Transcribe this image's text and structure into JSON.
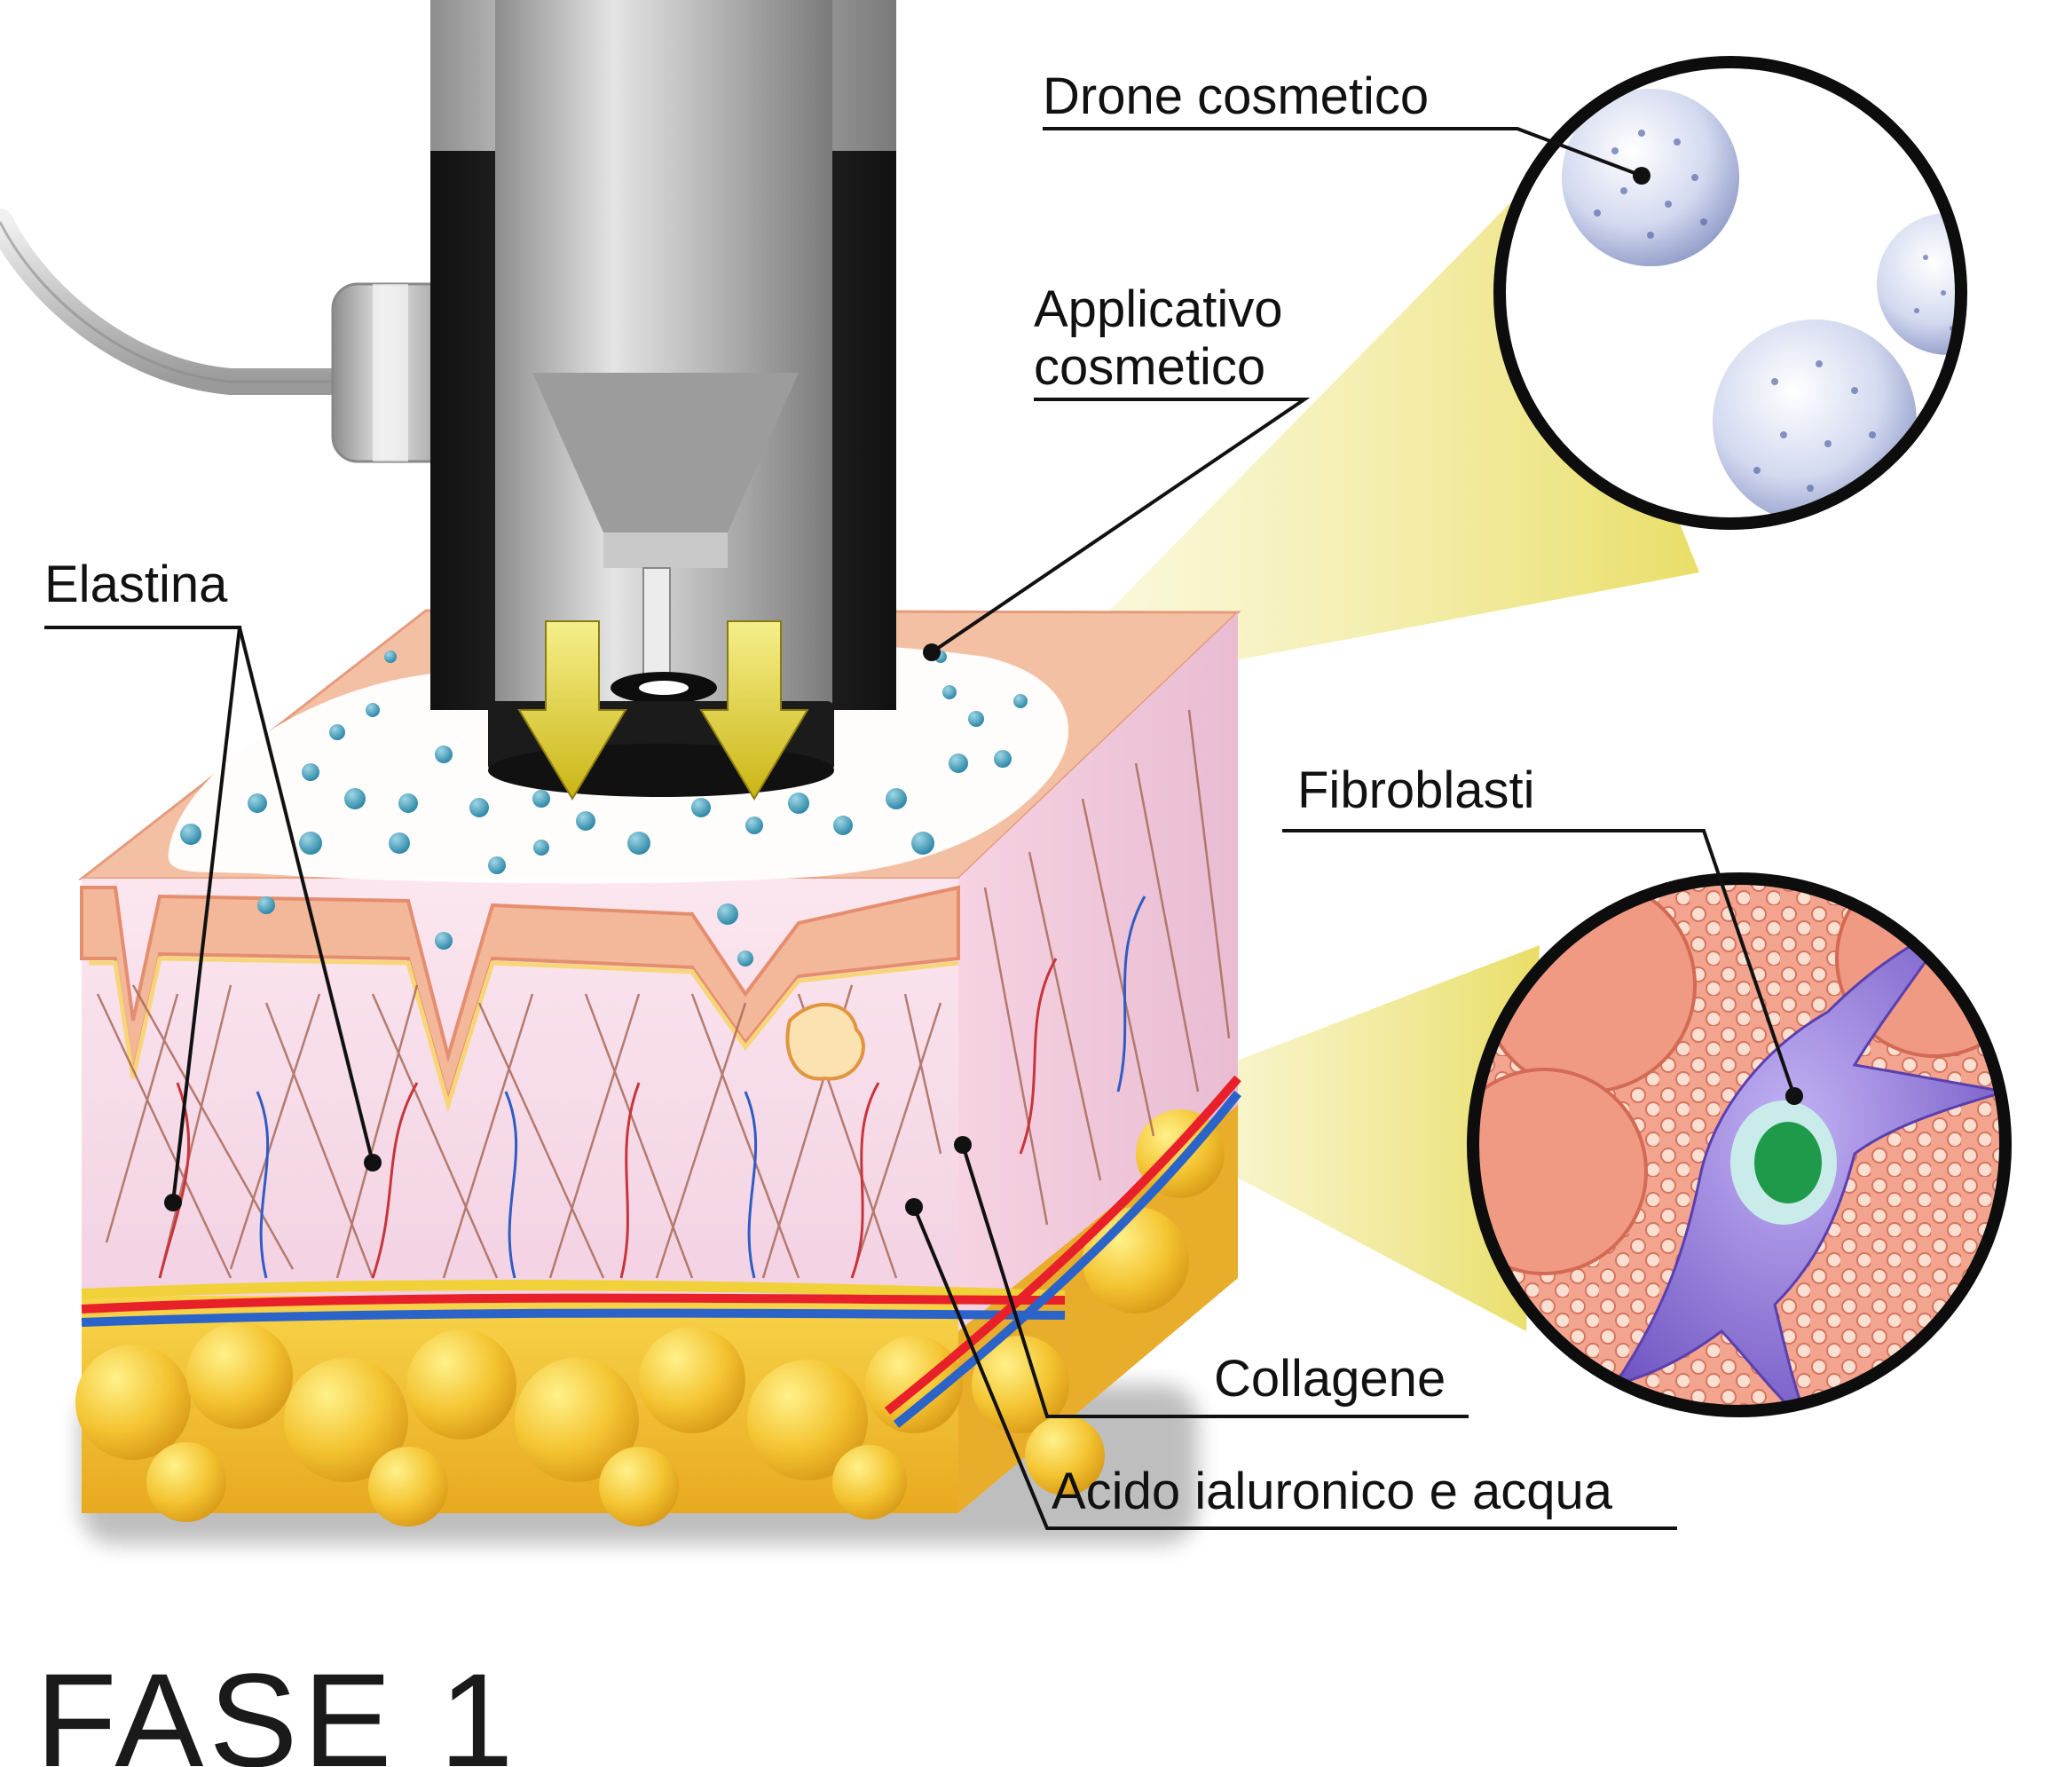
{
  "labels": {
    "drone": "Drone cosmetico",
    "applicativo_line1": "Applicativo",
    "applicativo_line2": "cosmetico",
    "elastina": "Elastina",
    "fibroblasti": "Fibroblasti",
    "collagene": "Collagene",
    "acido": "Acido ialuronico e acqua"
  },
  "title": "FASE 1",
  "colors": {
    "skin_epidermis": "#f2b89a",
    "dermis": "#f6dcea",
    "fat": "#f2c12e",
    "gel": "#ffffff",
    "droplets": "#4aa8c4",
    "artery": "#e8202a",
    "vein": "#2b63c9",
    "spotlight": "#efe37a",
    "drone_sphere": "#c9d2ec",
    "fibroblast": "#8a6fd0",
    "nucleus": "#1f9a4a",
    "device_dark": "#262626",
    "device_metal": "#b9b9b9"
  },
  "icons": {
    "device": "ultrasound-applicator-icon",
    "arrows": "down-arrow-icon",
    "drone": "nanosphere-icon",
    "fibroblast": "fibroblast-cell-icon"
  }
}
